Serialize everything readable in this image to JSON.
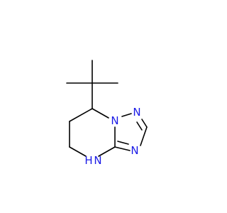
{
  "molecule": {
    "atom_labels": {
      "n1": "N",
      "n2": "N",
      "n3": "N",
      "n4": "N",
      "nh_h": "H"
    }
  },
  "colors": {
    "bond": "#000000",
    "nitrogen": "#1a1ae6",
    "background": "#ffffff"
  }
}
